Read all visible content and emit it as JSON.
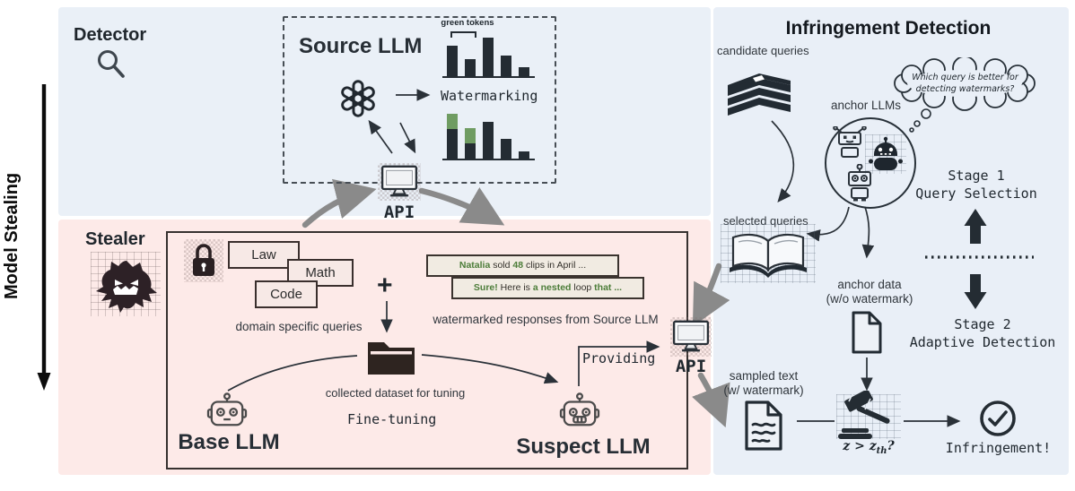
{
  "palette": {
    "panel_blue": "#eaf0f7",
    "panel_pink": "#fdeae8",
    "ink": "#242c33",
    "green_bar": "#6f9c62",
    "green_text": "#4c7d39",
    "gray_arrow": "#8a8a8a",
    "card_fill": "#f7e9e6",
    "response_fill": "#f1ebe2"
  },
  "left_rail": {
    "label": "Model Stealing"
  },
  "detector": {
    "title": "Detector"
  },
  "source_llm": {
    "title": "Source LLM",
    "green_tokens_label": "green tokens",
    "watermarking_label": "Watermarking",
    "api_label": "API"
  },
  "chart_data": [
    {
      "type": "bar",
      "name": "token distribution (unwatermarked)",
      "values": [
        34,
        19,
        43,
        23,
        10
      ],
      "bar_color": "#242c33",
      "annotation": "green tokens bracket spans bars 1-2"
    },
    {
      "type": "stacked-bar",
      "name": "token distribution (watermarked)",
      "series": [
        {
          "name": "base tokens",
          "color": "#242c33",
          "values": [
            33,
            17,
            41,
            22,
            8
          ]
        },
        {
          "name": "boosted green tokens",
          "color": "#6f9c62",
          "values": [
            17,
            17,
            0,
            0,
            0
          ]
        }
      ]
    }
  ],
  "stealer": {
    "title": "Stealer",
    "cards": [
      {
        "label": "Law"
      },
      {
        "label": "Math"
      },
      {
        "label": "Code"
      }
    ],
    "cards_caption": "domain specific queries",
    "plus_sign": "+",
    "responses": [
      {
        "parts": [
          {
            "text": "Natalia ",
            "green": true
          },
          {
            "text": "sold ",
            "green": false
          },
          {
            "text": "48 ",
            "green": true
          },
          {
            "text": "clips in April ...",
            "green": false
          }
        ]
      },
      {
        "parts": [
          {
            "text": "Sure! ",
            "green": true
          },
          {
            "text": "Here is ",
            "green": false
          },
          {
            "text": "a nested ",
            "green": true
          },
          {
            "text": "loop ",
            "green": false
          },
          {
            "text": "that ...",
            "green": true
          }
        ]
      }
    ],
    "responses_caption": "watermarked responses from Source LLM",
    "dataset_caption": "collected dataset for tuning",
    "finetuning_label": "Fine-tuning",
    "base_llm_label": "Base LLM",
    "suspect_llm_label": "Suspect LLM",
    "providing_label": "Providing",
    "api_label": "API"
  },
  "infringement": {
    "title": "Infringement Detection",
    "candidate_queries_label": "candidate queries",
    "thought_bubble": {
      "line1": "Which query is better for",
      "line2": "detecting watermarks?"
    },
    "anchor_llms_label": "anchor LLMs",
    "stage1": {
      "line1": "Stage 1",
      "line2": "Query Selection"
    },
    "selected_queries_label": "selected queries",
    "anchor_data": {
      "line1": "anchor data",
      "line2": "(w/o watermark)"
    },
    "stage2": {
      "line1": "Stage 2",
      "line2": "Adaptive Detection"
    },
    "sampled_text": {
      "line1": "sampled text",
      "line2": "(w/ watermark)"
    },
    "z_test": {
      "lhs": "z",
      "op": " > ",
      "rhs": "z",
      "sub": "th",
      "suffix": "?"
    },
    "verdict_label": "Infringement!"
  }
}
